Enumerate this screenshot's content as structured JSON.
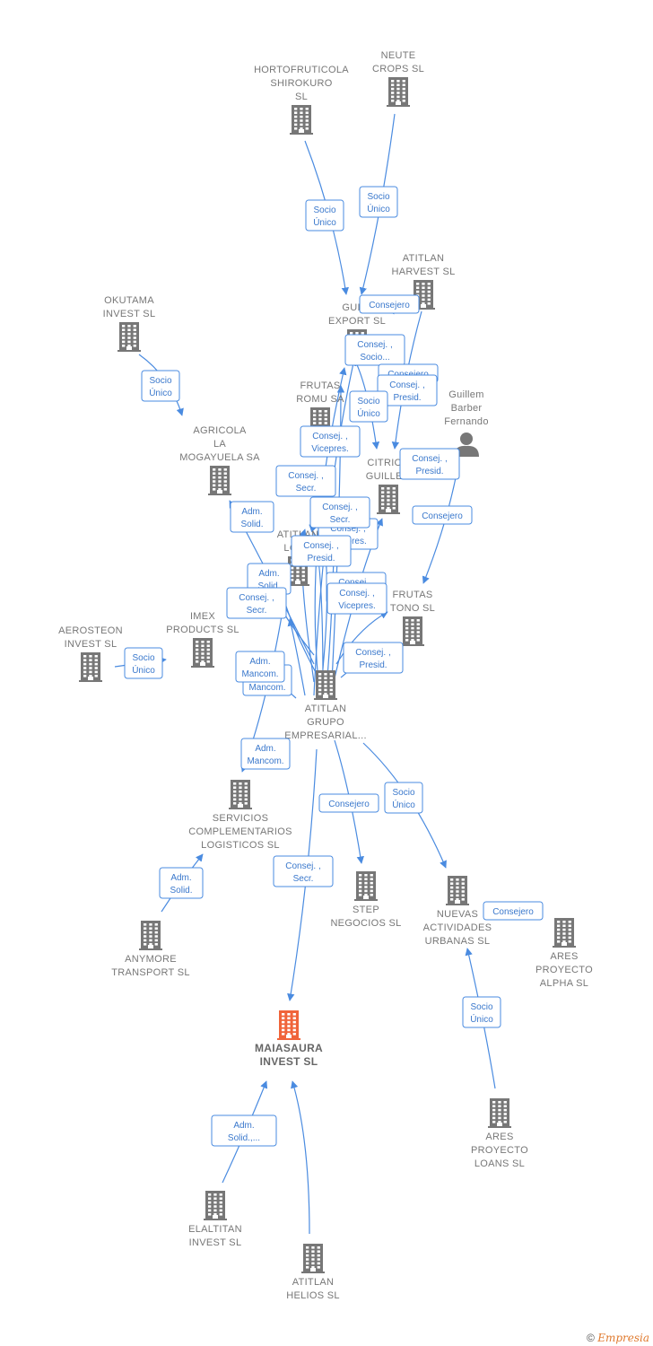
{
  "colors": {
    "company": "#777777",
    "focus": "#f0643a",
    "edge": "#4a8be0"
  },
  "nodes": [
    {
      "id": "hortofruticola",
      "type": "company",
      "icon": "building-icon",
      "lines": [
        "HORTOFRUTICOLA",
        "SHIROKURO",
        "SL"
      ]
    },
    {
      "id": "neute",
      "type": "company",
      "icon": "building-icon",
      "lines": [
        "NEUTE",
        "CROPS  SL"
      ]
    },
    {
      "id": "atitlan_harvest",
      "type": "company",
      "icon": "building-icon",
      "lines": [
        "ATITLAN",
        "HARVEST  SL"
      ]
    },
    {
      "id": "okutama",
      "type": "company",
      "icon": "building-icon",
      "lines": [
        "OKUTAMA",
        "INVEST  SL"
      ]
    },
    {
      "id": "guill_export",
      "type": "company",
      "icon": "building-icon",
      "lines": [
        "GUILL",
        "EXPORT SL"
      ]
    },
    {
      "id": "frutas_romu",
      "type": "company",
      "icon": "building-icon",
      "lines": [
        "FRUTAS",
        "ROMU SA"
      ]
    },
    {
      "id": "guillem_barber",
      "type": "person",
      "icon": "person-icon",
      "lines": [
        "Guillem",
        "Barber",
        "Fernando"
      ]
    },
    {
      "id": "agricola",
      "type": "company",
      "icon": "building-icon",
      "lines": [
        "AGRICOLA",
        "LA",
        "MOGAYUELA SA"
      ]
    },
    {
      "id": "citrico",
      "type": "company",
      "icon": "building-icon",
      "lines": [
        "CITRICO",
        "GUILLEM"
      ]
    },
    {
      "id": "atitlan_loan",
      "type": "company",
      "icon": "building-icon",
      "lines": [
        "ATITLAN",
        "LOAN"
      ]
    },
    {
      "id": "frutas_tono",
      "type": "company",
      "icon": "building-icon",
      "lines": [
        "FRUTAS",
        "TONO SL"
      ]
    },
    {
      "id": "imex",
      "type": "company",
      "icon": "building-icon",
      "lines": [
        "IMEX",
        "PRODUCTS SL"
      ]
    },
    {
      "id": "aerosteon",
      "type": "company",
      "icon": "building-icon",
      "lines": [
        "AEROSTEON",
        "INVEST  SL"
      ]
    },
    {
      "id": "atitlan_grupo",
      "type": "company",
      "icon": "building-icon",
      "lines": [
        "ATITLAN",
        "GRUPO",
        "EMPRESARIAL..."
      ]
    },
    {
      "id": "servicios",
      "type": "company",
      "icon": "building-icon",
      "lines": [
        "SERVICIOS",
        "COMPLEMENTARIOS",
        "LOGISTICOS SL"
      ]
    },
    {
      "id": "step",
      "type": "company",
      "icon": "building-icon",
      "lines": [
        "STEP",
        "NEGOCIOS SL"
      ]
    },
    {
      "id": "nuevas",
      "type": "company",
      "icon": "building-icon",
      "lines": [
        "NUEVAS",
        "ACTIVIDADES",
        "URBANAS SL"
      ]
    },
    {
      "id": "ares_alpha",
      "type": "company",
      "icon": "building-icon",
      "lines": [
        "ARES",
        "PROYECTO",
        "ALPHA  SL"
      ]
    },
    {
      "id": "anymore",
      "type": "company",
      "icon": "building-icon",
      "lines": [
        "ANYMORE",
        "TRANSPORT SL"
      ]
    },
    {
      "id": "maiasaura",
      "type": "focus",
      "icon": "building-icon",
      "lines": [
        "MAIASAURA",
        "INVEST  SL"
      ]
    },
    {
      "id": "ares_loans",
      "type": "company",
      "icon": "building-icon",
      "lines": [
        "ARES",
        "PROYECTO",
        "LOANS  SL"
      ]
    },
    {
      "id": "elaltitan",
      "type": "company",
      "icon": "building-icon",
      "lines": [
        "ELALTITAN",
        "INVEST  SL"
      ]
    },
    {
      "id": "atitlan_helios",
      "type": "company",
      "icon": "building-icon",
      "lines": [
        "ATITLAN",
        "HELIOS  SL"
      ]
    }
  ],
  "edge_labels": [
    {
      "id": "e1",
      "lines": [
        "Socio",
        "Único"
      ]
    },
    {
      "id": "e2",
      "lines": [
        "Socio",
        "Único"
      ]
    },
    {
      "id": "e3",
      "lines": [
        "Consejero"
      ]
    },
    {
      "id": "e4",
      "lines": [
        "Socio",
        "Único"
      ]
    },
    {
      "id": "e5",
      "lines": [
        "Consej. ,",
        "Socio..."
      ]
    },
    {
      "id": "e6",
      "lines": [
        "Consejero"
      ]
    },
    {
      "id": "e7",
      "lines": [
        "Consej. ,",
        "Presid."
      ]
    },
    {
      "id": "e8",
      "lines": [
        "Socio",
        "Único"
      ]
    },
    {
      "id": "e9",
      "lines": [
        "Consej. ,",
        "Vicepres."
      ]
    },
    {
      "id": "e10",
      "lines": [
        "Consej. ,",
        "Presid."
      ]
    },
    {
      "id": "e11",
      "lines": [
        "Consej. ,",
        "Secr."
      ]
    },
    {
      "id": "e12",
      "lines": [
        "Consejero"
      ]
    },
    {
      "id": "e13",
      "lines": [
        "Adm.",
        "Solid."
      ]
    },
    {
      "id": "e14",
      "lines": [
        "Consej. ,",
        "Vicepres."
      ]
    },
    {
      "id": "e15",
      "lines": [
        "Consej. ,",
        "Secr."
      ]
    },
    {
      "id": "e16",
      "lines": [
        "Consej. ,",
        "Presid."
      ]
    },
    {
      "id": "e17",
      "lines": [
        "Adm.",
        "Solid."
      ]
    },
    {
      "id": "e18",
      "lines": [
        "Consej. ,",
        "Secr."
      ]
    },
    {
      "id": "e19",
      "lines": [
        "Consej. ,",
        "Vicepres."
      ]
    },
    {
      "id": "e20",
      "lines": [
        "Socio",
        "Único"
      ]
    },
    {
      "id": "e21",
      "lines": [
        "Consej. ,",
        "Secr."
      ]
    },
    {
      "id": "e22",
      "lines": [
        "Adm.",
        "Mancom."
      ]
    },
    {
      "id": "e23",
      "lines": [
        "Consej. ,",
        "Presid."
      ]
    },
    {
      "id": "e24",
      "lines": [
        "Adm.",
        "Mancom."
      ]
    },
    {
      "id": "e25",
      "lines": [
        "Adm.",
        "Mancom."
      ]
    },
    {
      "id": "e26",
      "lines": [
        "Consejero"
      ]
    },
    {
      "id": "e27",
      "lines": [
        "Socio",
        "Único"
      ]
    },
    {
      "id": "e28",
      "lines": [
        "Adm.",
        "Solid."
      ]
    },
    {
      "id": "e29",
      "lines": [
        "Consej. ,",
        "Secr."
      ]
    },
    {
      "id": "e30",
      "lines": [
        "Consejero"
      ]
    },
    {
      "id": "e31",
      "lines": [
        "Socio",
        "Único"
      ]
    },
    {
      "id": "e32",
      "lines": [
        "Adm.",
        "Solid.,..."
      ]
    }
  ],
  "watermark": {
    "symbol": "©",
    "brand": "Empresia"
  }
}
